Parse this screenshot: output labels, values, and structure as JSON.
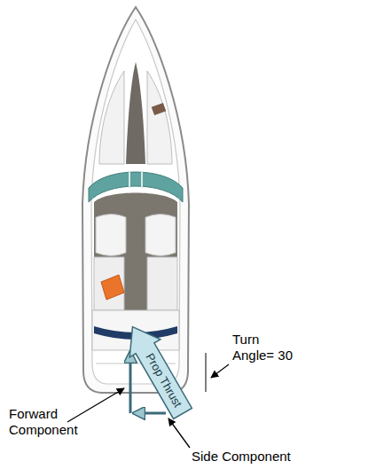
{
  "diagram": {
    "nodes": [
      {
        "text": [
          "Prop Thrust"
        ]
      }
    ],
    "labels": [
      "Turn Angle= 30",
      "Forward Component",
      "Side Component"
    ]
  }
}
